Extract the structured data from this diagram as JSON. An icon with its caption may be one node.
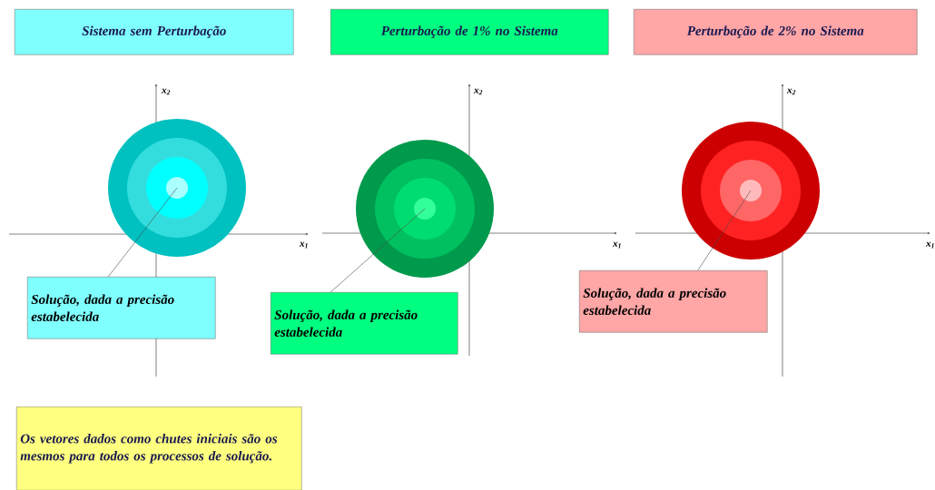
{
  "diagram": {
    "nodes": [
      {
        "text": [
          "Sistema sem Perturbação"
        ]
      },
      {
        "text": [
          "Perturbação de 1% no Sistema"
        ]
      },
      {
        "text": [
          "Perturbação de 2% no Sistema"
        ]
      },
      {
        "text": [],
        "shape": "circle"
      },
      {
        "text": [],
        "shape": "circle"
      },
      {
        "text": [],
        "shape": "circle"
      },
      {
        "text": [
          "Solução, dada a precisão estabelecida"
        ]
      },
      {
        "text": [
          "Solução, dada a precisão estabelecida"
        ]
      },
      {
        "text": [
          "Solução, dada a precisão estabelecida"
        ]
      },
      {
        "text": [
          "Os vetores dados como chutes iniciais são os mesmos para todos os processos de solução."
        ]
      }
    ],
    "edges": [
      {
        "from": 6,
        "to": 3,
        "arrow": "none"
      },
      {
        "from": 7,
        "to": 4,
        "arrow": "none"
      },
      {
        "from": 8,
        "to": 5,
        "arrow": "none"
      }
    ],
    "labels": [
      "x$_{2}$",
      "x$_{2}$",
      "x$_{2}$",
      "x$_{1}$",
      "x$_{1}$",
      "x$_{1}$"
    ]
  }
}
